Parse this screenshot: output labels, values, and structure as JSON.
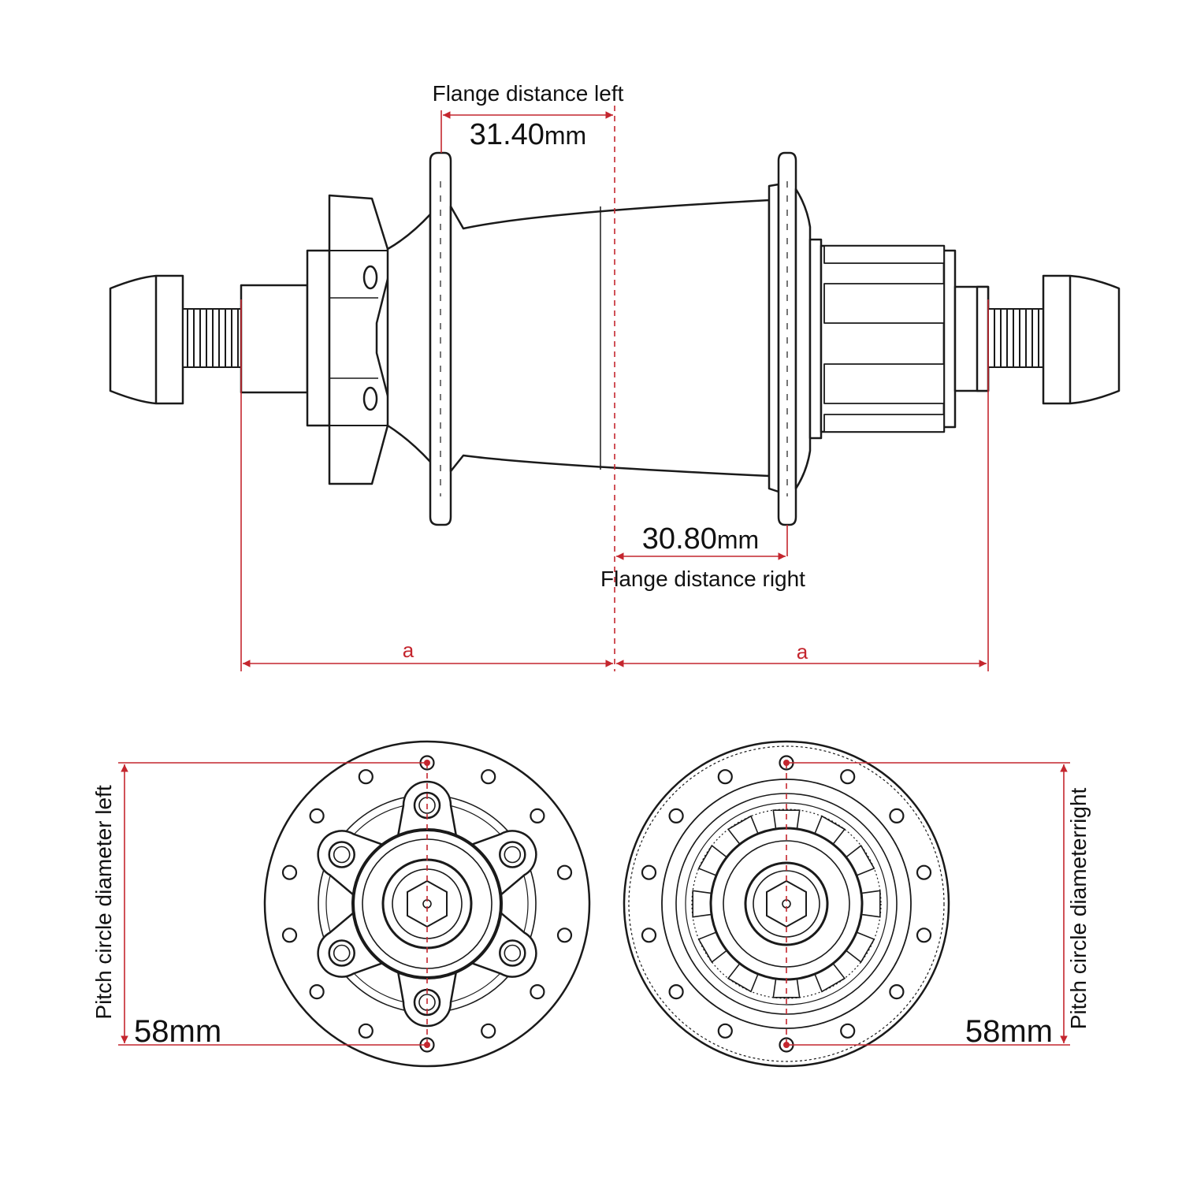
{
  "colors": {
    "line": "#1a1a1a",
    "dimension": "#c4262e",
    "background": "#ffffff"
  },
  "side_view": {
    "flange_left": {
      "label": "Flange distance left",
      "value": "31.40",
      "unit": "mm"
    },
    "flange_right": {
      "label": "Flange distance right",
      "value": "30.80",
      "unit": "mm"
    },
    "half_width_left": "a",
    "half_width_right": "a"
  },
  "end_views": {
    "left": {
      "label": "Pitch circle diameter left",
      "value": "58mm",
      "holes": 14,
      "mount": "6-bolt disc"
    },
    "right": {
      "label": "Pitch circle diameterright",
      "value": "58mm",
      "holes": 14,
      "mount": "freehub body"
    }
  }
}
